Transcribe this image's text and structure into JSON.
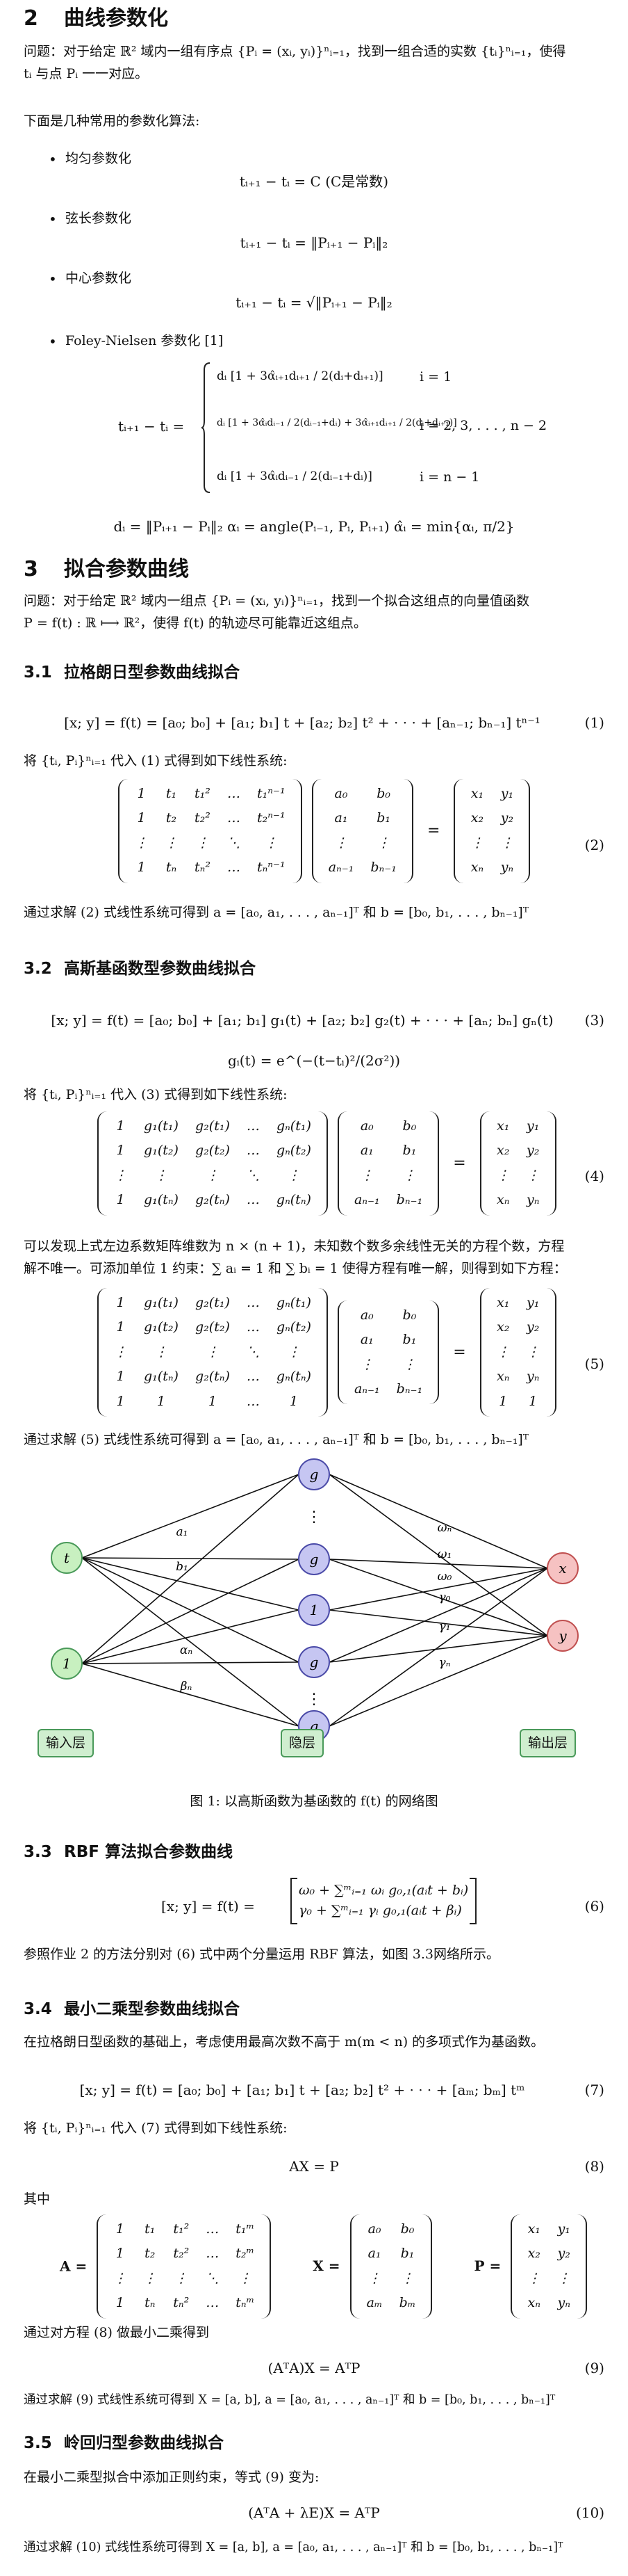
{
  "sections": {
    "s2": {
      "num": "2",
      "title": "曲线参数化"
    },
    "s3": {
      "num": "3",
      "title": "拟合参数曲线"
    },
    "s31": {
      "num": "3.1",
      "title": "拉格朗日型参数曲线拟合"
    },
    "s32": {
      "num": "3.2",
      "title": "高斯基函数型参数曲线拟合"
    },
    "s33": {
      "num": "3.3",
      "title": "RBF 算法拟合参数曲线"
    },
    "s34": {
      "num": "3.4",
      "title": "最小二乘型参数曲线拟合"
    },
    "s35": {
      "num": "3.5",
      "title": "岭回归型参数曲线拟合"
    }
  },
  "text": {
    "p2_problem_a": "问题：对于给定 ℝ² 域内一组有序点 {Pᵢ = (xᵢ, yᵢ)}ⁿᵢ₌₁，找到一组合适的实数 {tᵢ}ⁿᵢ₌₁，使得",
    "p2_problem_b": "tᵢ 与点 Pᵢ 一一对应。",
    "p2_intro": "下面是几种常用的参数化算法:",
    "b1": "均匀参数化",
    "b2": "弦长参数化",
    "b3": "中心参数化",
    "b4": "Foley-Nielsen 参数化 [1]",
    "eq_uniform": "tᵢ₊₁ − tᵢ = C        (C是常数)",
    "eq_chord": "tᵢ₊₁ − tᵢ = ‖Pᵢ₊₁ − Pᵢ‖₂",
    "eq_center": "tᵢ₊₁ − tᵢ = √‖Pᵢ₊₁ − Pᵢ‖₂",
    "fn_lhs": "tᵢ₊₁ − tᵢ =",
    "fn_row1": "dᵢ [1 + 3α̂ᵢ₊₁dᵢ₊₁ / 2(dᵢ+dᵢ₊₁)]",
    "fn_row1_cond": "i = 1",
    "fn_row2": "dᵢ [1 + 3α̂ᵢdᵢ₋₁ / 2(dᵢ₋₁+dᵢ) + 3α̂ᵢ₊₁dᵢ₊₁ / 2(dᵢ+dᵢ₊₁)]",
    "fn_row2_cond": "i = 2, 3, . . . , n − 2",
    "fn_row3": "dᵢ [1 + 3α̂ᵢdᵢ₋₁ / 2(dᵢ₋₁+dᵢ)]",
    "fn_row3_cond": "i = n − 1",
    "fn_defs": "dᵢ = ‖Pᵢ₊₁ − Pᵢ‖₂        αᵢ = angle(Pᵢ₋₁, Pᵢ, Pᵢ₊₁)        α̂ᵢ = min{αᵢ, π/2}",
    "p3_problem_a": "问题：对于给定 ℝ² 域内一组点 {Pᵢ = (xᵢ, yᵢ)}ⁿᵢ₌₁，找到一个拟合这组点的向量值函数",
    "p3_problem_b": "P = f(t) : ℝ ⟼ ℝ²，使得 f(t) 的轨迹尽可能靠近这组点。",
    "eq1": "[x; y] = f(t) = [a₀; b₀] + [a₁; b₁] t + [a₂; b₂] t² + · · · + [aₙ₋₁; bₙ₋₁] tⁿ⁻¹",
    "eq1_num": "(1)",
    "p31_sub": "将 {tᵢ, Pᵢ}ⁿᵢ₌₁ 代入 (1) 式得到如下线性系统:",
    "eq2_num": "(2)",
    "p31_solve": "通过求解 (2) 式线性系统可得到 a = [a₀, a₁, . . . , aₙ₋₁]ᵀ 和 b = [b₀, b₁, . . . , bₙ₋₁]ᵀ",
    "eq3": "[x; y] = f(t) = [a₀; b₀] + [a₁; b₁] g₁(t) + [a₂; b₂] g₂(t) + · · · + [aₙ; bₙ] gₙ(t)",
    "eq3_num": "(3)",
    "eq_gauss": "gᵢ(t) = e^(−(t−tᵢ)²/(2σ²))",
    "p32_sub": "将 {tᵢ, Pᵢ}ⁿᵢ₌₁ 代入 (3) 式得到如下线性系统:",
    "eq4_num": "(4)",
    "p32_note_a": "可以发现上式左边系数矩阵维数为 n × (n + 1)，未知数个数多余线性无关的方程个数，方程",
    "p32_note_b": "解不唯一。可添加单位 1 约束：∑ aᵢ = 1 和 ∑ bᵢ = 1 使得方程有唯一解，则得到如下方程：",
    "eq5_num": "(5)",
    "p32_solve": "通过求解 (5) 式线性系统可得到 a = [a₀, a₁, . . . , aₙ₋₁]ᵀ 和 b = [b₀, b₁, . . . , bₙ₋₁]ᵀ",
    "fig_caption": "图 1: 以高斯函数为基函数的 f(t) 的网络图",
    "eq6_top": "ω₀ + ∑ᵐᵢ₌₁ ωᵢ g₀,₁(aᵢt + bᵢ)",
    "eq6_bot": "γ₀ + ∑ᵐᵢ₌₁ γᵢ g₀,₁(aᵢt + βᵢ)",
    "eq6_lhs": "[x; y] = f(t) =",
    "eq6_num": "(6)",
    "p33_text": "参照作业 2 的方法分别对 (6) 式中两个分量运用 RBF 算法，如图 3.3网络所示。",
    "p34_intro": "在拉格朗日型函数的基础上，考虑使用最高次数不高于 m(m < n) 的多项式作为基函数。",
    "eq7": "[x; y] = f(t) = [a₀; b₀] + [a₁; b₁] t + [a₂; b₂] t² + · · · + [aₘ; bₘ] tᵐ",
    "eq7_num": "(7)",
    "p34_sub": "将 {tᵢ, Pᵢ}ⁿᵢ₌₁ 代入 (7) 式得到如下线性系统:",
    "eq8": "AX = P",
    "eq8_num": "(8)",
    "p34_where": "其中",
    "lbl_A": "A =",
    "lbl_X": "X =",
    "lbl_P": "P =",
    "p34_ls": "通过对方程 (8) 做最小二乘得到",
    "eq9": "(AᵀA)X = AᵀP",
    "eq9_num": "(9)",
    "p34_solve": "通过求解 (9) 式线性系统可得到 X = [a, b], a = [a₀, a₁, . . . , aₙ₋₁]ᵀ 和 b = [b₀, b₁, . . . , bₙ₋₁]ᵀ",
    "p35_intro": "在最小二乘型拟合中添加正则约束，等式 (9) 变为:",
    "eq10": "(AᵀA + λE)X = AᵀP",
    "eq10_num": "(10)",
    "p35_solve": "通过求解 (10) 式线性系统可得到 X = [a, b], a = [a₀, a₁, . . . , aₙ₋₁]ᵀ 和 b = [b₀, b₁, . . . , bₙ₋₁]ᵀ"
  },
  "matrices": {
    "V": [
      [
        "1",
        "t₁",
        "t₁²",
        "…",
        "t₁ⁿ⁻¹"
      ],
      [
        "1",
        "t₂",
        "t₂²",
        "…",
        "t₂ⁿ⁻¹"
      ],
      [
        "⋮",
        "⋮",
        "⋮",
        "⋱",
        "⋮"
      ],
      [
        "1",
        "tₙ",
        "tₙ²",
        "…",
        "tₙⁿ⁻¹"
      ]
    ],
    "AB": [
      [
        "a₀",
        "b₀"
      ],
      [
        "a₁",
        "b₁"
      ],
      [
        "⋮",
        "⋮"
      ],
      [
        "aₙ₋₁",
        "bₙ₋₁"
      ]
    ],
    "XY": [
      [
        "x₁",
        "y₁"
      ],
      [
        "x₂",
        "y₂"
      ],
      [
        "⋮",
        "⋮"
      ],
      [
        "xₙ",
        "yₙ"
      ]
    ],
    "G": [
      [
        "1",
        "g₁(t₁)",
        "g₂(t₁)",
        "…",
        "gₙ(t₁)"
      ],
      [
        "1",
        "g₁(t₂)",
        "g₂(t₂)",
        "…",
        "gₙ(t₂)"
      ],
      [
        "⋮",
        "⋮",
        "⋮",
        "⋱",
        "⋮"
      ],
      [
        "1",
        "g₁(tₙ)",
        "g₂(tₙ)",
        "…",
        "gₙ(tₙ)"
      ]
    ],
    "AB4": [
      [
        "a₀",
        "b₀"
      ],
      [
        "a₁",
        "b₁"
      ],
      [
        "⋮",
        "⋮"
      ],
      [
        "aₙ₋₁",
        "bₙ₋₁"
      ]
    ],
    "G5": [
      [
        "1",
        "g₁(t₁)",
        "g₂(t₁)",
        "…",
        "gₙ(t₁)"
      ],
      [
        "1",
        "g₁(t₂)",
        "g₂(t₂)",
        "…",
        "gₙ(t₂)"
      ],
      [
        "⋮",
        "⋮",
        "⋮",
        "⋱",
        "⋮"
      ],
      [
        "1",
        "g₁(tₙ)",
        "g₂(tₙ)",
        "…",
        "gₙ(tₙ)"
      ],
      [
        "1",
        "1",
        "1",
        "…",
        "1"
      ]
    ],
    "AB5": [
      [
        "a₀",
        "b₀"
      ],
      [
        "a₁",
        "b₁"
      ],
      [
        "⋮",
        "⋮"
      ],
      [
        "aₙ₋₁",
        "bₙ₋₁"
      ]
    ],
    "XY5": [
      [
        "x₁",
        "y₁"
      ],
      [
        "x₂",
        "y₂"
      ],
      [
        "⋮",
        "⋮"
      ],
      [
        "xₙ",
        "yₙ"
      ],
      [
        "1",
        "1"
      ]
    ],
    "Am": [
      [
        "1",
        "t₁",
        "t₁²",
        "…",
        "t₁ᵐ"
      ],
      [
        "1",
        "t₂",
        "t₂²",
        "…",
        "t₂ᵐ"
      ],
      [
        "⋮",
        "⋮",
        "⋮",
        "⋱",
        "⋮"
      ],
      [
        "1",
        "tₙ",
        "tₙ²",
        "…",
        "tₙᵐ"
      ]
    ],
    "Xm": [
      [
        "a₀",
        "b₀"
      ],
      [
        "a₁",
        "b₁"
      ],
      [
        "⋮",
        "⋮"
      ],
      [
        "aₘ",
        "bₘ"
      ]
    ],
    "Pm": [
      [
        "x₁",
        "y₁"
      ],
      [
        "x₂",
        "y₂"
      ],
      [
        "⋮",
        "⋮"
      ],
      [
        "xₙ",
        "yₙ"
      ]
    ]
  },
  "diagram": {
    "input_nodes": [
      "t",
      "1"
    ],
    "hidden_nodes": [
      "g",
      "⋮",
      "g",
      "1",
      "g",
      "⋮",
      "g"
    ],
    "output_nodes": [
      "x",
      "y"
    ],
    "edge_labels": [
      "a₁",
      "b₁",
      "αₙ",
      "βₙ",
      "ωₙ",
      "ω₁",
      "ω₀",
      "γ₀",
      "γ₁",
      "γₙ"
    ],
    "legend": [
      "输入层",
      "隐层",
      "输出层"
    ],
    "colors": {
      "input": "#c8f0c0",
      "input_stroke": "#4a9a5a",
      "hidden": "#c6c6f2",
      "hidden_stroke": "#4b4ba8",
      "output": "#f6c2c2",
      "output_stroke": "#c05050"
    }
  }
}
